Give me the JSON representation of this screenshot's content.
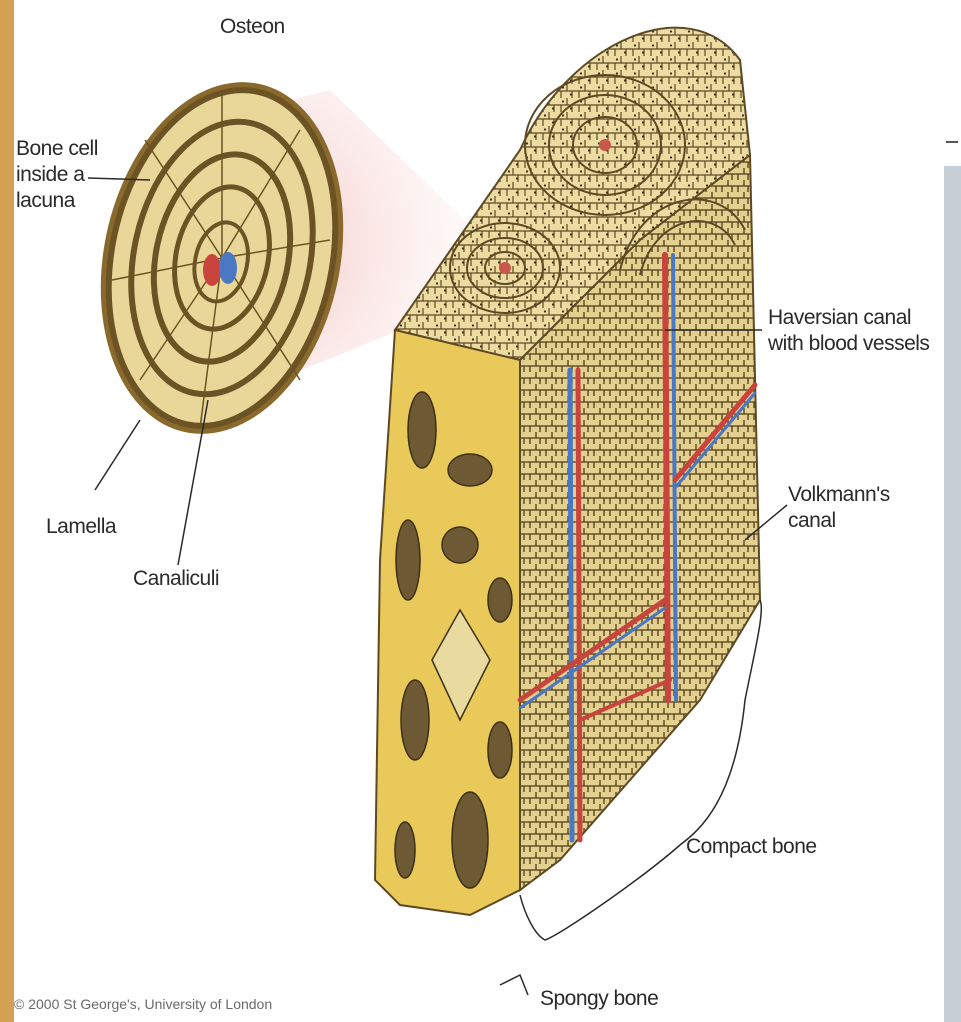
{
  "labels": {
    "osteon": "Osteon",
    "bone_cell": "Bone cell inside a lacuna",
    "lamella": "Lamella",
    "canaliculi": "Canaliculi",
    "haversian": "Haversian canal with blood vessels",
    "volkmann": "Volkmann's canal",
    "compact": "Compact bone",
    "spongy": "Spongy bone"
  },
  "credit": "© 2000 St George's, University of London",
  "colors": {
    "bone": "#e9d79a",
    "bone_dark": "#6b5324",
    "spongy": "#e8c95a",
    "artery": "#c8443c",
    "vein": "#4a78c4",
    "strip": "#d4a052",
    "panel": "#c7ced5"
  }
}
